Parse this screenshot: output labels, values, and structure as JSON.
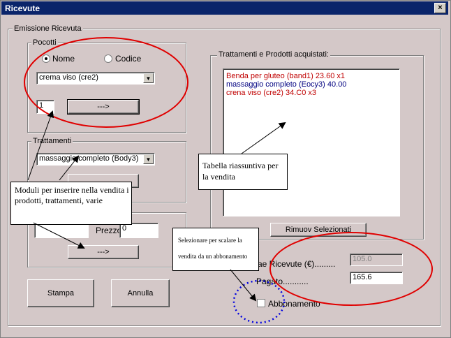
{
  "window": {
    "title": "Ricevute",
    "close": "×"
  },
  "emission": {
    "label": "Emissione Ricevuta"
  },
  "products": {
    "label": "Pocotti",
    "radio_nome": "Nome",
    "radio_codice": "Codice",
    "combo_value": "crema viso (cre2)",
    "qty": "1",
    "add": "--->"
  },
  "treatments": {
    "label": "Trattamenti",
    "combo_value": "massaggio completo (Body3)"
  },
  "misc": {
    "price_label": "Prezzo",
    "price_value": "0",
    "add": "--->"
  },
  "summary": {
    "label": "Trattamenti e Prodotti acquistati:",
    "items": [
      {
        "text": "Benda per gluteo (band1) 23.60 x1",
        "color": "#c00000"
      },
      {
        "text": "massaggio completo (Eocy3) 40.00",
        "color": "#000080"
      },
      {
        "text": "crena viso (cre2) 34.C0 x3",
        "color": "#c00000"
      }
    ],
    "remove": "Rimuov Selezionati"
  },
  "totals": {
    "total_label": "ae Ricevute (€).........",
    "total_value": "105.0",
    "paid_label": "Pagato...........",
    "paid_value": "165.6",
    "subscription": "Abbonamento"
  },
  "buttons": {
    "print": "Stampa",
    "cancel": "Annulla"
  },
  "notes": {
    "modules": "Moduli per inserire nella vendita i prodotti, trattamenti, varie",
    "table": "Tabella riassuntiva per la vendita",
    "select": "Selezionare per scalare la vendita da un abbonamento"
  }
}
